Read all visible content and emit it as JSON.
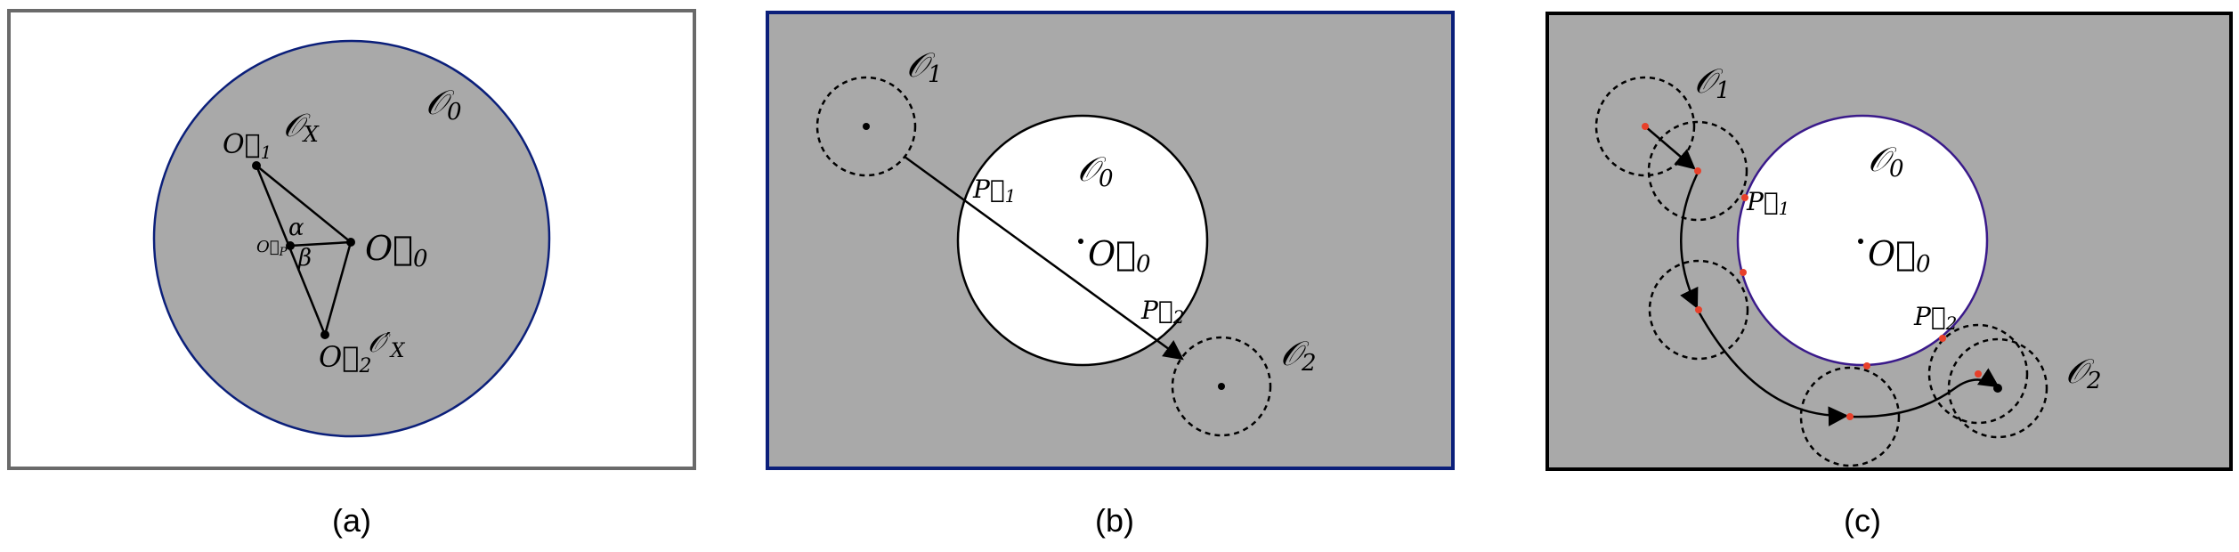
{
  "panel_a": {
    "caption": "(a)",
    "colors": {
      "background": "#ffffff",
      "border": "#6a6a6a",
      "disk_fill": "#a9a9a9",
      "disk_stroke": "#0b1f7a"
    },
    "labels": {
      "O0_set": {
        "main": "𝒪",
        "sub": "0"
      },
      "OX_set": {
        "main": "𝒪",
        "sub": "X"
      },
      "OXp_set": {
        "main": "𝒪′",
        "sub": "X"
      },
      "O1_pt": {
        "main": "O⃗",
        "sub": "1"
      },
      "O0_pt": {
        "main": "O⃗",
        "sub": "0"
      },
      "O2_pt": {
        "main": "O⃗",
        "sub": "2"
      },
      "OP_pt": {
        "main": "O⃗",
        "sub": "P"
      },
      "alpha": "α",
      "beta": "β"
    }
  },
  "panel_b": {
    "caption": "(b)",
    "colors": {
      "background": "#a9a9a9",
      "border": "#0b1f7a",
      "disk_fill": "#ffffff",
      "disk_stroke": "#000000"
    },
    "labels": {
      "O1_set": {
        "main": "𝒪",
        "sub": "1"
      },
      "O0_set": {
        "main": "𝒪",
        "sub": "0"
      },
      "O2_set": {
        "main": "𝒪",
        "sub": "2"
      },
      "O0_pt": {
        "main": "O⃗",
        "sub": "0"
      },
      "P1": {
        "main": "P⃗",
        "sub": "1"
      },
      "P2": {
        "main": "P⃗",
        "sub": "2"
      }
    }
  },
  "panel_c": {
    "caption": "(c)",
    "colors": {
      "background": "#a9a9a9",
      "border": "#000000",
      "disk_fill": "#ffffff",
      "disk_stroke": "#3a1a8a",
      "marker": "#e8402a"
    },
    "labels": {
      "O1_set": {
        "main": "𝒪",
        "sub": "1"
      },
      "O0_set": {
        "main": "𝒪",
        "sub": "0"
      },
      "O2_set": {
        "main": "𝒪",
        "sub": "2"
      },
      "O0_pt": {
        "main": "O⃗",
        "sub": "0"
      },
      "P1": {
        "main": "P⃗",
        "sub": "1"
      },
      "P2": {
        "main": "P⃗",
        "sub": "2"
      }
    }
  }
}
